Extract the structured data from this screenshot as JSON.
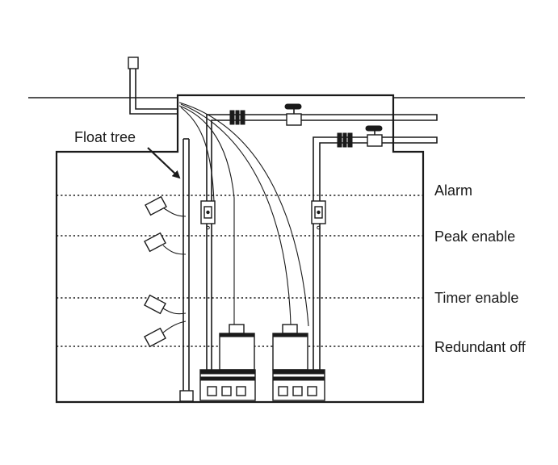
{
  "labels": {
    "float_tree": "Float tree",
    "levels": [
      "Alarm",
      "Peak enable",
      "Timer enable",
      "Redundant off"
    ]
  },
  "colors": {
    "line": "#1a1a1a",
    "background": "#ffffff"
  }
}
